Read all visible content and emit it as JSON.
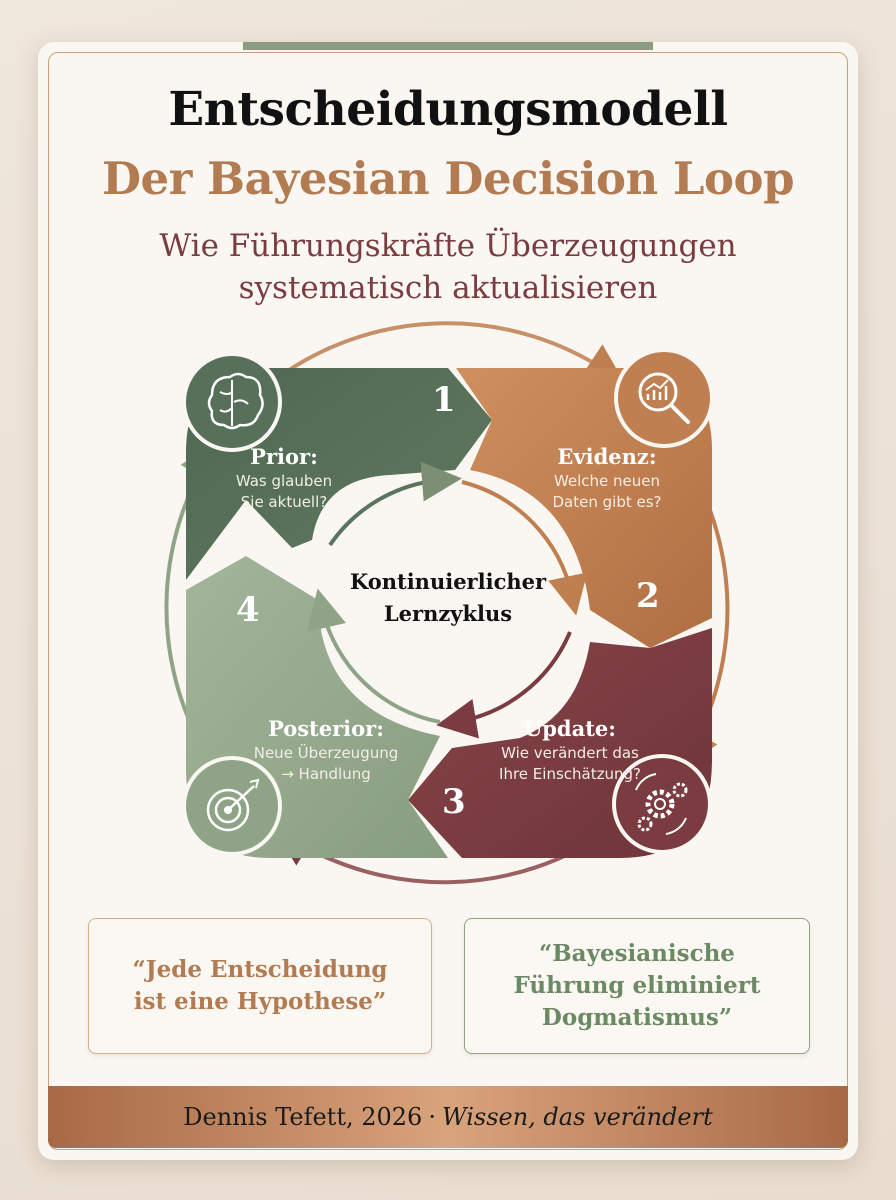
{
  "title": "Entscheidungsmodell",
  "subtitle": "Der Bayesian Decision Loop",
  "tagline_line1": "Wie Führungskräfte Überzeugungen",
  "tagline_line2": "systematisch aktualisieren",
  "center": {
    "line1": "Kontinuierlicher",
    "line2": "Lernzyklus"
  },
  "steps": [
    {
      "number": "1",
      "title": "Prior:",
      "line1": "Was glauben",
      "line2": "Sie aktuell?",
      "icon": "brain-icon",
      "color": "#57705a"
    },
    {
      "number": "2",
      "title": "Evidenz:",
      "line1": "Welche neuen",
      "line2": "Daten gibt es?",
      "icon": "data-search-icon",
      "color": "#c07f50"
    },
    {
      "number": "3",
      "title": "Update:",
      "line1": "Wie verändert das",
      "line2": "Ihre Einschätzung?",
      "icon": "gears-icon",
      "color": "#7a3c40"
    },
    {
      "number": "4",
      "title": "Posterior:",
      "line1": "Neue Überzeugung",
      "line2": "→ Handlung",
      "icon": "target-icon",
      "color": "#8fa487"
    }
  ],
  "quotes": [
    {
      "line1": "“Jede Entscheidung",
      "line2": "ist eine Hypothese”"
    },
    {
      "line1": "“Bayesianische",
      "line2": "Führung eliminiert",
      "line3": "Dogmatismus”"
    }
  ],
  "footer": {
    "author": "Dennis Tefett, 2026",
    "separator": "·",
    "slogan": "Wissen, das verändert"
  },
  "colors": {
    "green": "#57705a",
    "copper": "#c07f50",
    "maroon": "#7a3c40",
    "sage": "#8fa487",
    "accent_text": "#b27b52"
  }
}
